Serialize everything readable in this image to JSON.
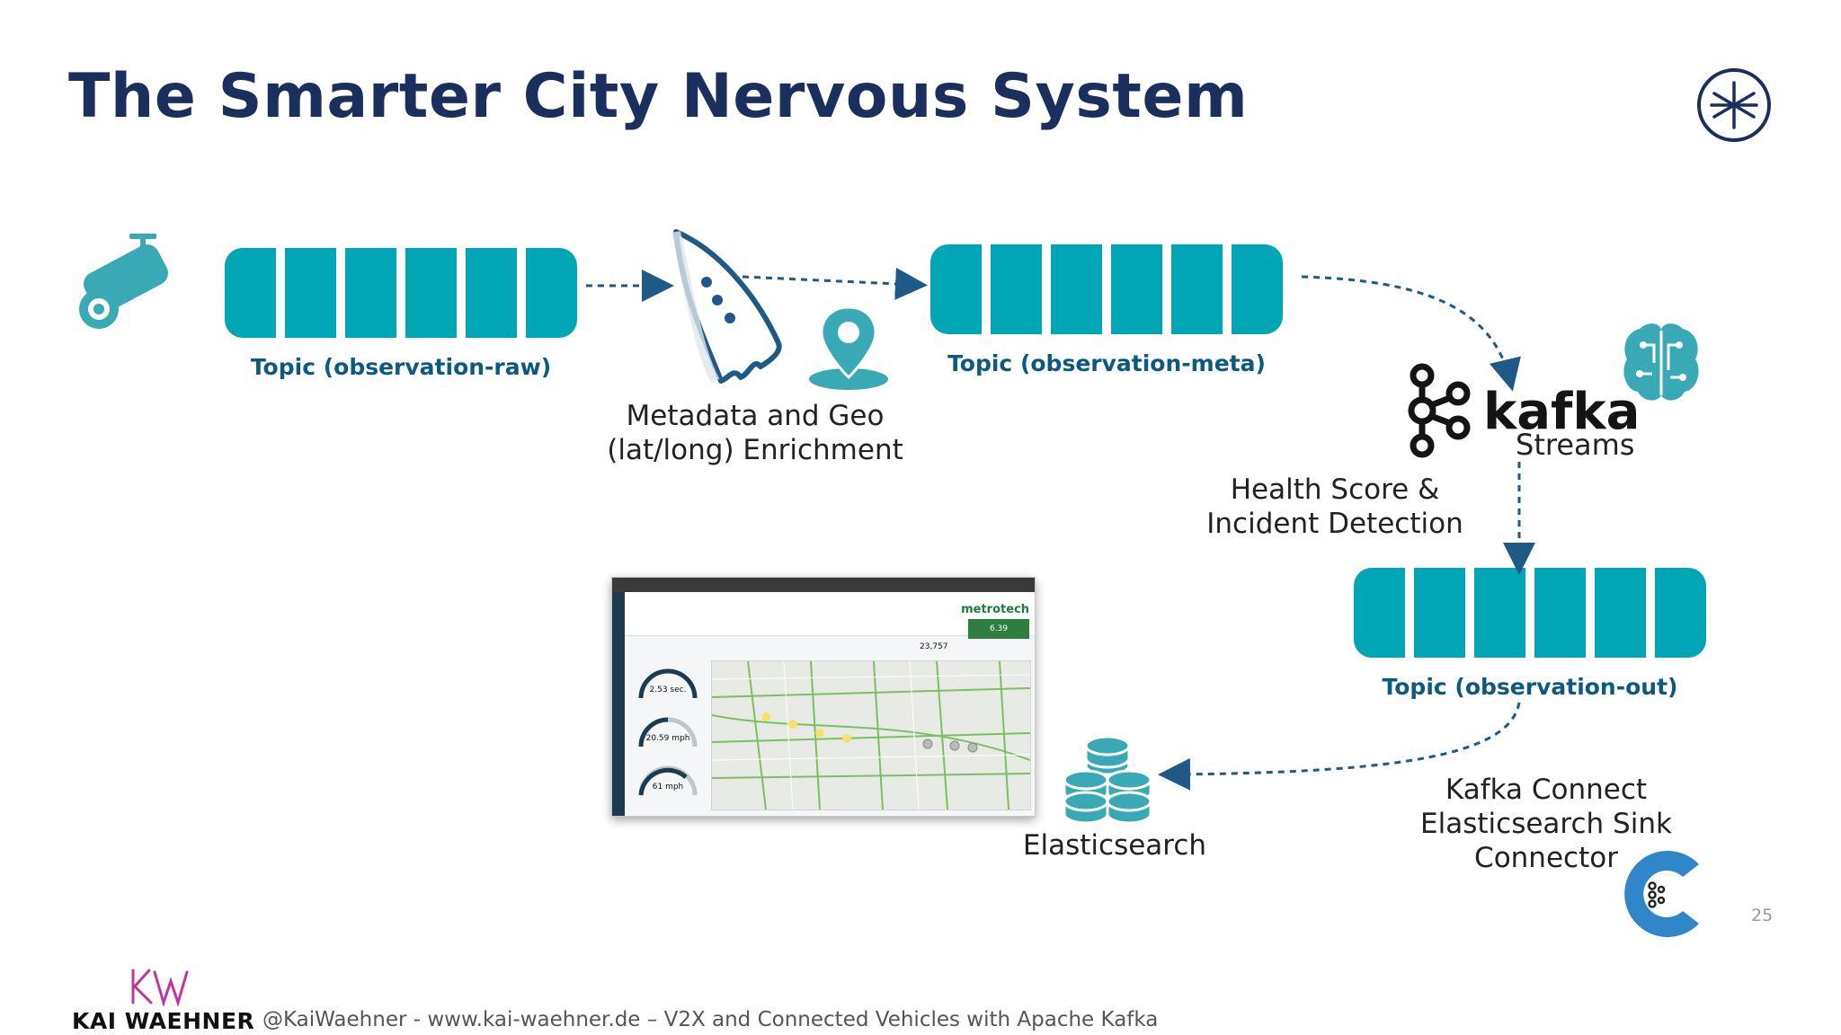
{
  "slide": {
    "title": "The Smarter City Nervous System",
    "page_number": "25"
  },
  "topics": {
    "raw": "Topic (observation-raw)",
    "meta": "Topic (observation-meta)",
    "out": "Topic (observation-out)"
  },
  "captions": {
    "enrichment_line1": "Metadata and Geo",
    "enrichment_line2": "(lat/long) Enrichment",
    "health_line1": "Health Score &",
    "health_line2": "Incident Detection",
    "elasticsearch": "Elasticsearch",
    "connect_line1": "Kafka Connect",
    "connect_line2": "Elasticsearch Sink",
    "connect_line3": "Connector"
  },
  "kafka_logo": {
    "word": "kafka",
    "sub": "Streams"
  },
  "dashboard": {
    "brand": "metrotech",
    "kpi_count": "23,757",
    "kpi_box": "6.39",
    "gauge1": "2.53 sec.",
    "gauge2": "20.59 mph",
    "gauge3": "61 mph"
  },
  "footer": {
    "brand": "KAI WAEHNER",
    "text": "@KaiWaehner - www.kai-waehner.de – V2X and Connected Vehicles with Apache Kafka"
  },
  "colors": {
    "queue": "#00a6b6",
    "title": "#1b2f5e",
    "topic_label": "#0c5a82",
    "arrow": "#1f5a87",
    "confluent_blue": "#2f86c8"
  },
  "icons": [
    "camera-icon",
    "rocket-icon",
    "location-pin-icon",
    "brain-icon",
    "kafka-logo-icon",
    "database-icon",
    "confluent-logo-icon",
    "snowflake-logo-icon",
    "kw-logo-icon"
  ]
}
